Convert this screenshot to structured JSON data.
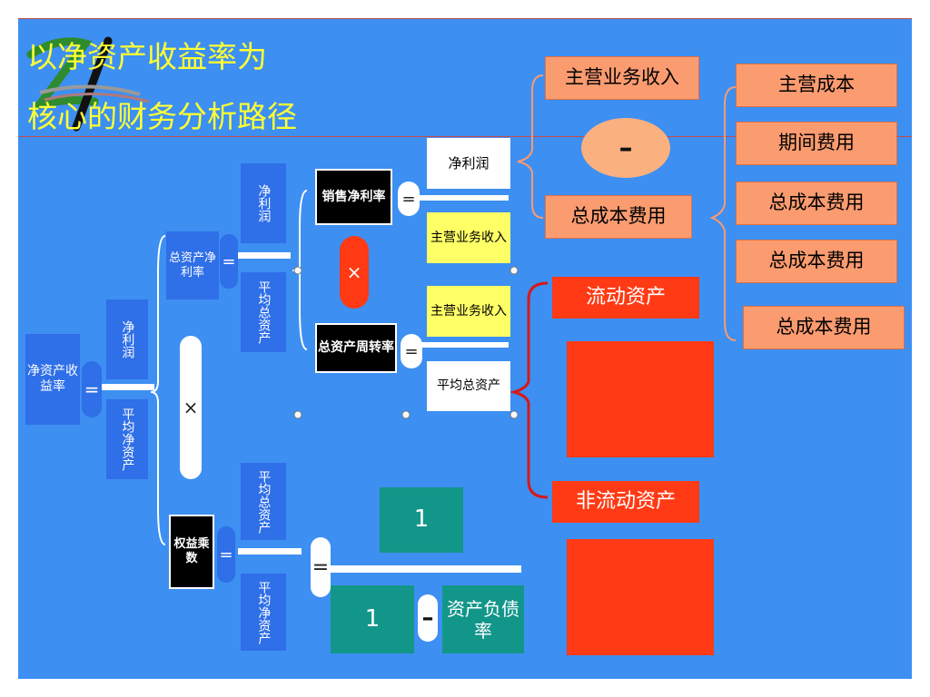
{
  "title": {
    "line1": "以净资产收益率为",
    "line2": "核心的财务分析路径"
  },
  "colors": {
    "panel": "#3d8ff2",
    "title": "#ffff33",
    "dark_box": "#2f6fe8",
    "salmon": "#fb9b70",
    "red_orange": "#ff3a14",
    "teal": "#13968a"
  },
  "nodes": {
    "roe": "净资产收益率",
    "net_profit": "净利润",
    "avg_net_assets": "平均净资产",
    "roa": "总资产净利率",
    "roa_net_profit": "净利润",
    "roa_avg_total_assets": "平均总资产",
    "net_margin": "销售净利率",
    "asset_turnover": "总资产周转率",
    "equity_multiplier": "权益乘数",
    "em_avg_total_assets": "平均总资产",
    "em_avg_net_assets": "平均净资产",
    "nm_net_profit": "净利润",
    "nm_revenue": "主营业务收入",
    "at_revenue": "主营业务收入",
    "at_avg_total_assets": "平均总资产",
    "np_revenue": "主营业务收入",
    "np_total_cost": "总成本费用",
    "cost_items": [
      "主营成本",
      "期间费用",
      "总成本费用",
      "总成本费用",
      "总成本费用"
    ],
    "current_assets": "流动资产",
    "noncurrent_assets": "非流动资产",
    "one_numerator": "1",
    "one_denominator": "1",
    "debt_ratio": "资产负债率"
  },
  "operators": {
    "eq": "=",
    "times": "×",
    "minus": "–"
  }
}
